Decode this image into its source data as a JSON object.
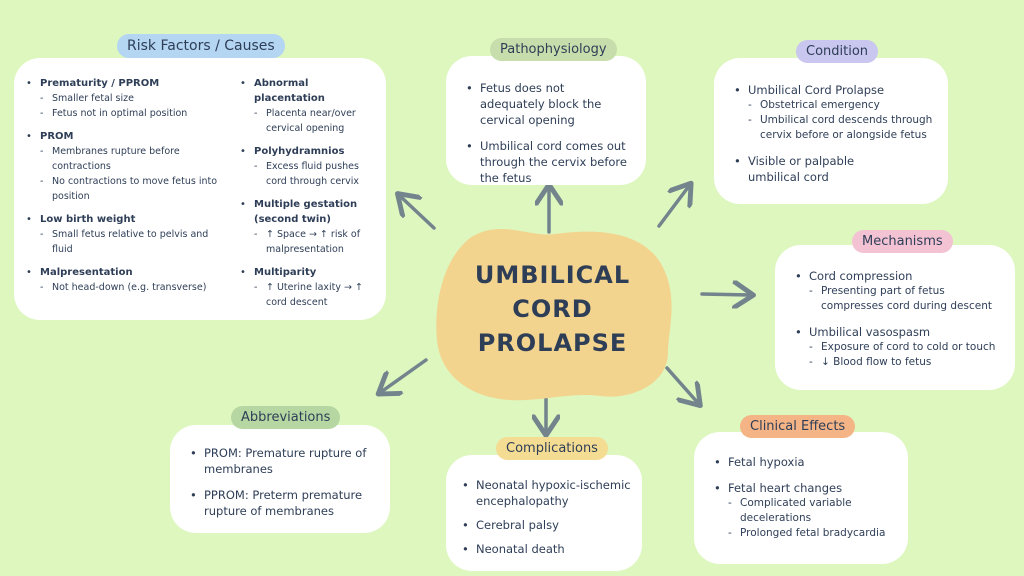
{
  "center": {
    "line1": "UMBILICAL",
    "line2": "CORD",
    "line3": "PROLAPSE"
  },
  "risk": {
    "title": "Risk Factors / Causes",
    "left": [
      {
        "head": "Prematurity / PPROM",
        "subs": [
          "Smaller fetal size",
          "Fetus not in optimal position"
        ]
      },
      {
        "head": "PROM",
        "subs": [
          "Membranes rupture before contractions",
          "No contractions to move fetus into position"
        ]
      },
      {
        "head": "Low birth weight",
        "subs": [
          "Small fetus relative to pelvis and fluid"
        ]
      },
      {
        "head": "Malpresentation",
        "subs": [
          "Not head-down (e.g. transverse)"
        ]
      }
    ],
    "right": [
      {
        "head": "Abnormal placentation",
        "subs": [
          "Placenta near/over cervical opening"
        ]
      },
      {
        "head": "Polyhydramnios",
        "subs": [
          "Excess fluid pushes cord through cervix"
        ]
      },
      {
        "head": "Multiple gestation (second twin)",
        "subs": [
          "↑ Space → ↑ risk of malpresentation"
        ]
      },
      {
        "head": "Multiparity",
        "subs": [
          "↑ Uterine laxity → ↑ cord descent"
        ]
      }
    ]
  },
  "patho": {
    "title": "Pathophysiology",
    "items": [
      "Fetus does not adequately block the cervical opening",
      "Umbilical cord comes out through the cervix before the fetus"
    ]
  },
  "condition": {
    "title": "Condition",
    "items": [
      {
        "text": "Umbilical Cord Prolapse",
        "subs": [
          "Obstetrical emergency",
          "Umbilical cord descends through cervix before or alongside fetus"
        ]
      },
      {
        "text": "Visible or palpable umbilical cord",
        "subs": []
      }
    ]
  },
  "mech": {
    "title": "Mechanisms",
    "items": [
      {
        "text": "Cord compression",
        "subs": [
          "Presenting part of fetus compresses cord during descent"
        ]
      },
      {
        "text": "Umbilical vasospasm",
        "subs": [
          "Exposure of cord to cold or touch",
          "↓ Blood flow to fetus"
        ]
      }
    ]
  },
  "clinical": {
    "title": "Clinical Effects",
    "items": [
      {
        "text": "Fetal hypoxia",
        "subs": []
      },
      {
        "text": "Fetal heart changes",
        "subs": [
          "Complicated variable decelerations",
          "Prolonged fetal bradycardia"
        ]
      }
    ]
  },
  "comp": {
    "title": "Complications",
    "items": [
      "Neonatal hypoxic-ischemic encephalopathy",
      "Cerebral palsy",
      "Neonatal death"
    ]
  },
  "abbr": {
    "title": "Abbreviations",
    "items": [
      "PROM: Premature rupture of membranes",
      "PPROM: Preterm premature rupture of membranes"
    ]
  },
  "colors": {
    "background": "#ddf7bf",
    "blob": "#f3d48e",
    "risk_tag": "#b4d6f2",
    "patho_tag": "#c7ddab",
    "condition_tag": "#c9c6ef",
    "mech_tag": "#f3c3d4",
    "clinical_tag": "#f4b486",
    "comp_tag": "#f5dc93",
    "abbr_tag": "#b6d7a2",
    "arrow": "#74848d"
  }
}
